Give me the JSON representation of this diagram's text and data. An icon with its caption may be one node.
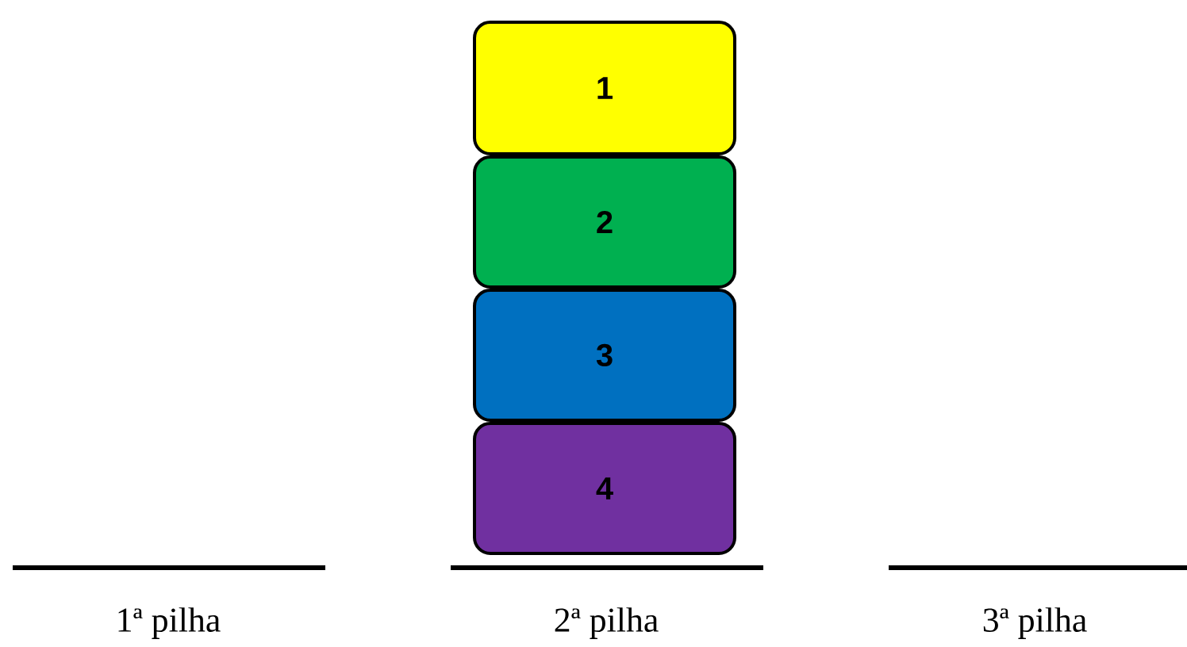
{
  "diagram": {
    "nodes": [
      {
        "text": [
          "1"
        ]
      },
      {
        "text": [
          "2"
        ]
      },
      {
        "text": [
          "3"
        ]
      },
      {
        "text": [
          "4"
        ]
      }
    ],
    "labels": [
      "1ª pilha",
      "2ª pilha",
      "3ª pilha"
    ]
  }
}
